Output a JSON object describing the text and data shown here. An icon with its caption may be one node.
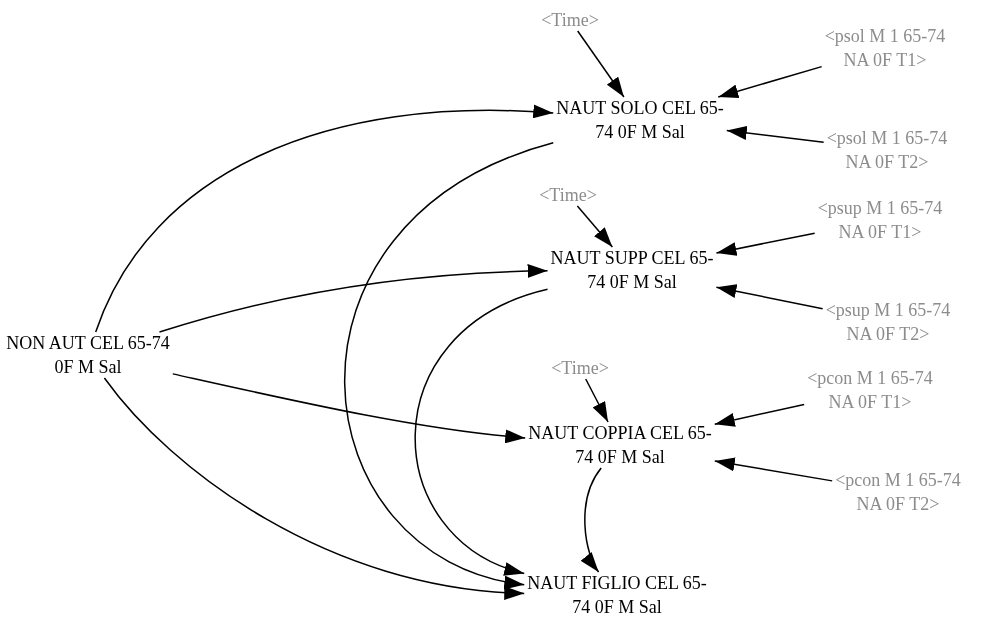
{
  "diagram": {
    "nodes": [
      {
        "text": [
          "NON AUT CEL 65-74 0F M Sal"
        ]
      },
      {
        "text": [
          "<Time>"
        ]
      },
      {
        "text": [
          "NAUT SOLO CEL 65-74 0F M Sal"
        ]
      },
      {
        "text": [
          "<psol M 1 65-74 NA 0F T1>"
        ]
      },
      {
        "text": [
          "<psol M 1 65-74 NA 0F T2>"
        ]
      },
      {
        "text": [
          "<Time>"
        ]
      },
      {
        "text": [
          "NAUT SUPP CEL 65-74 0F M Sal"
        ]
      },
      {
        "text": [
          "<psup M 1 65-74 NA 0F T1>"
        ]
      },
      {
        "text": [
          "<psup M 1 65-74 NA 0F T2>"
        ]
      },
      {
        "text": [
          "<Time>"
        ]
      },
      {
        "text": [
          "NAUT COPPIA CEL 65-74 0F M Sal"
        ]
      },
      {
        "text": [
          "<pcon M 1 65-74 NA 0F T1>"
        ]
      },
      {
        "text": [
          "<pcon M 1 65-74 NA 0F T2>"
        ]
      },
      {
        "text": [
          "NAUT FIGLIO CEL 65-74 0F M Sal"
        ]
      }
    ],
    "edges": [
      {
        "from": 0,
        "to": 2,
        "arrow": "to"
      },
      {
        "from": 0,
        "to": 6,
        "arrow": "to"
      },
      {
        "from": 0,
        "to": 10,
        "arrow": "to"
      },
      {
        "from": 0,
        "to": 13,
        "arrow": "to"
      },
      {
        "from": 1,
        "to": 2,
        "arrow": "to"
      },
      {
        "from": 3,
        "to": 2,
        "arrow": "to"
      },
      {
        "from": 4,
        "to": 2,
        "arrow": "to"
      },
      {
        "from": 2,
        "to": 13,
        "arrow": "to"
      },
      {
        "from": 5,
        "to": 6,
        "arrow": "to"
      },
      {
        "from": 7,
        "to": 6,
        "arrow": "to"
      },
      {
        "from": 8,
        "to": 6,
        "arrow": "to"
      },
      {
        "from": 6,
        "to": 13,
        "arrow": "to"
      },
      {
        "from": 9,
        "to": 10,
        "arrow": "to"
      },
      {
        "from": 11,
        "to": 10,
        "arrow": "to"
      },
      {
        "from": 12,
        "to": 10,
        "arrow": "to"
      },
      {
        "from": 10,
        "to": 13,
        "arrow": "to"
      }
    ]
  }
}
